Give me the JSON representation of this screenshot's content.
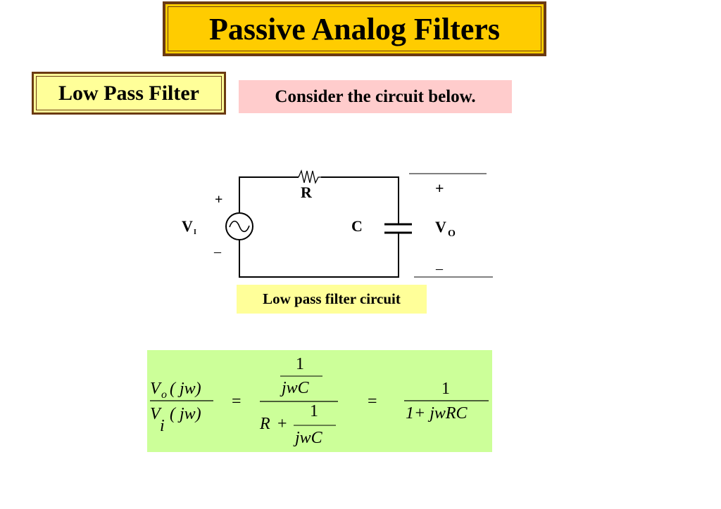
{
  "slide": {
    "title": "Passive Analog Filters",
    "subtitle": "Low Pass Filter",
    "consider": "Consider the circuit below.",
    "caption": "Low pass filter circuit"
  },
  "circuit": {
    "resistor_label": "R",
    "capacitor_label": "C",
    "input_label": "V",
    "input_subscript": "I",
    "input_plus": "+",
    "input_minus": "–",
    "output_label": "V",
    "output_subscript": "O",
    "output_plus": "+",
    "output_minus": "–"
  },
  "equation": {
    "lhs_num": "V",
    "lhs_num_sub": "o",
    "lhs_num_arg": "( jw)",
    "lhs_den": "V",
    "lhs_den_sub": "i",
    "lhs_den_arg": "( jw)",
    "eq1": "=",
    "mid_num_top": "1",
    "mid_num_bottom": "jwC",
    "mid_den_r": "R",
    "mid_den_plus": "+",
    "mid_den_top": "1",
    "mid_den_bottom": "jwC",
    "eq2": "=",
    "rhs_num": "1",
    "rhs_den": "1+ jwRC"
  }
}
